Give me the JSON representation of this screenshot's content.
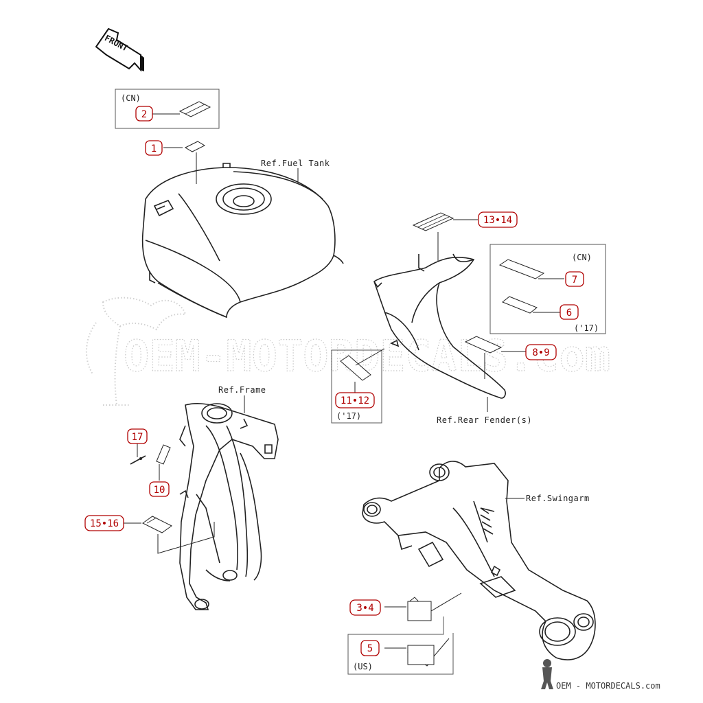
{
  "diagram": {
    "front_label": "FRONT",
    "watermark": "OEM-MOTORDECALS.com",
    "footer_credit": "OEM - MOTORDECALS.com",
    "colors": {
      "callout": "#b00000",
      "line": "#222222",
      "watermark": "#c8c8c8",
      "box": "#555555"
    },
    "references": {
      "fuel_tank": "Ref.Fuel Tank",
      "frame": "Ref.Frame",
      "rear_fender": "Ref.Rear Fender(s)",
      "swingarm": "Ref.Swingarm"
    },
    "callouts": {
      "c1": "1",
      "c2": "2",
      "c3_4": "3•4",
      "c5": "5",
      "c6": "6",
      "c7": "7",
      "c8_9": "8•9",
      "c10": "10",
      "c11_12": "11•12",
      "c13_14": "13•14",
      "c15_16": "15•16",
      "c17": "17"
    },
    "notes": {
      "cn_top": "(CN)",
      "cn_right": "(CN)",
      "y17_right": "('17)",
      "y17_mid": "('17)",
      "us": "(US)"
    }
  }
}
